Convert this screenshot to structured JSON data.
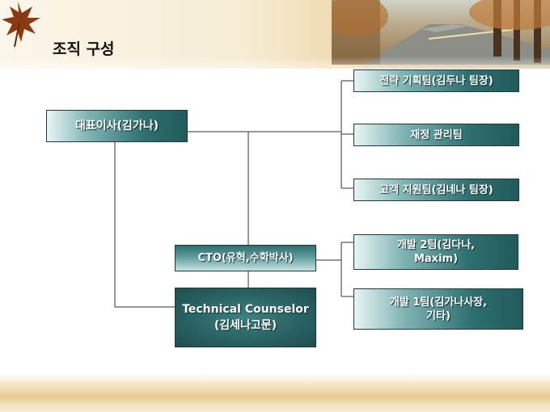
{
  "title": "조직 구성",
  "org": {
    "ceo": "대표이사(김가나)",
    "cto": "CTO(유혁,수학박사)",
    "counselor": "Technical Counselor\n(김세나고문)",
    "teams": [
      "전략 기획팀(김두나 팀장)",
      "재정 관리팀",
      "고객 지원팀(김네나 팀장)",
      "개발 2팀(김다나,\nMaxim)",
      "개발 1팀(김가나사장,\n기타)"
    ]
  },
  "colors": {
    "box_dark": "#225a5b",
    "line": "#333333"
  }
}
